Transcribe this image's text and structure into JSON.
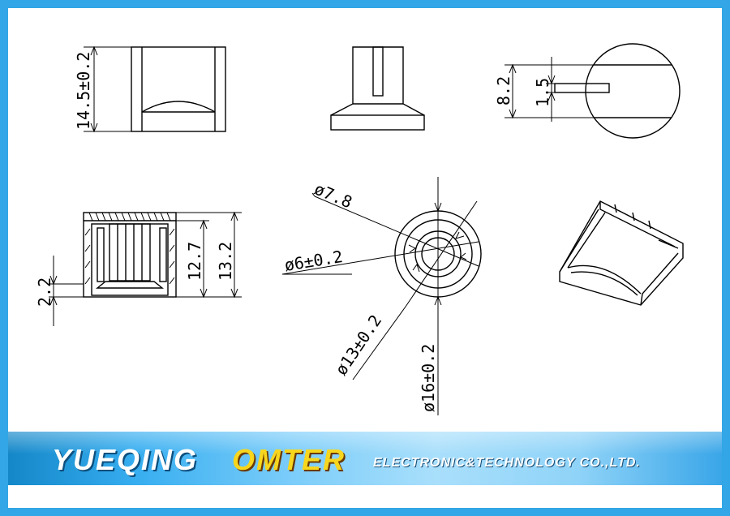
{
  "dimensions": {
    "height_top": "14.5±0.2",
    "slot_h1": "8.2",
    "slot_h2": "1.5",
    "base_h": "2.2",
    "inner_h": "12.7",
    "outer_h": "13.2",
    "dia_78": "ø7.8",
    "dia_6": "ø6±0.2",
    "dia_13": "ø13±0.2",
    "dia_16": "ø16±0.2"
  },
  "banner": {
    "name1": "YUEQING",
    "name2": "OMTER",
    "name3": "ELECTRONIC&TECHNOLOGY  CO.,LTD."
  },
  "colors": {
    "frame": "#32a6e6",
    "brand_yellow": "#f7d61d"
  }
}
